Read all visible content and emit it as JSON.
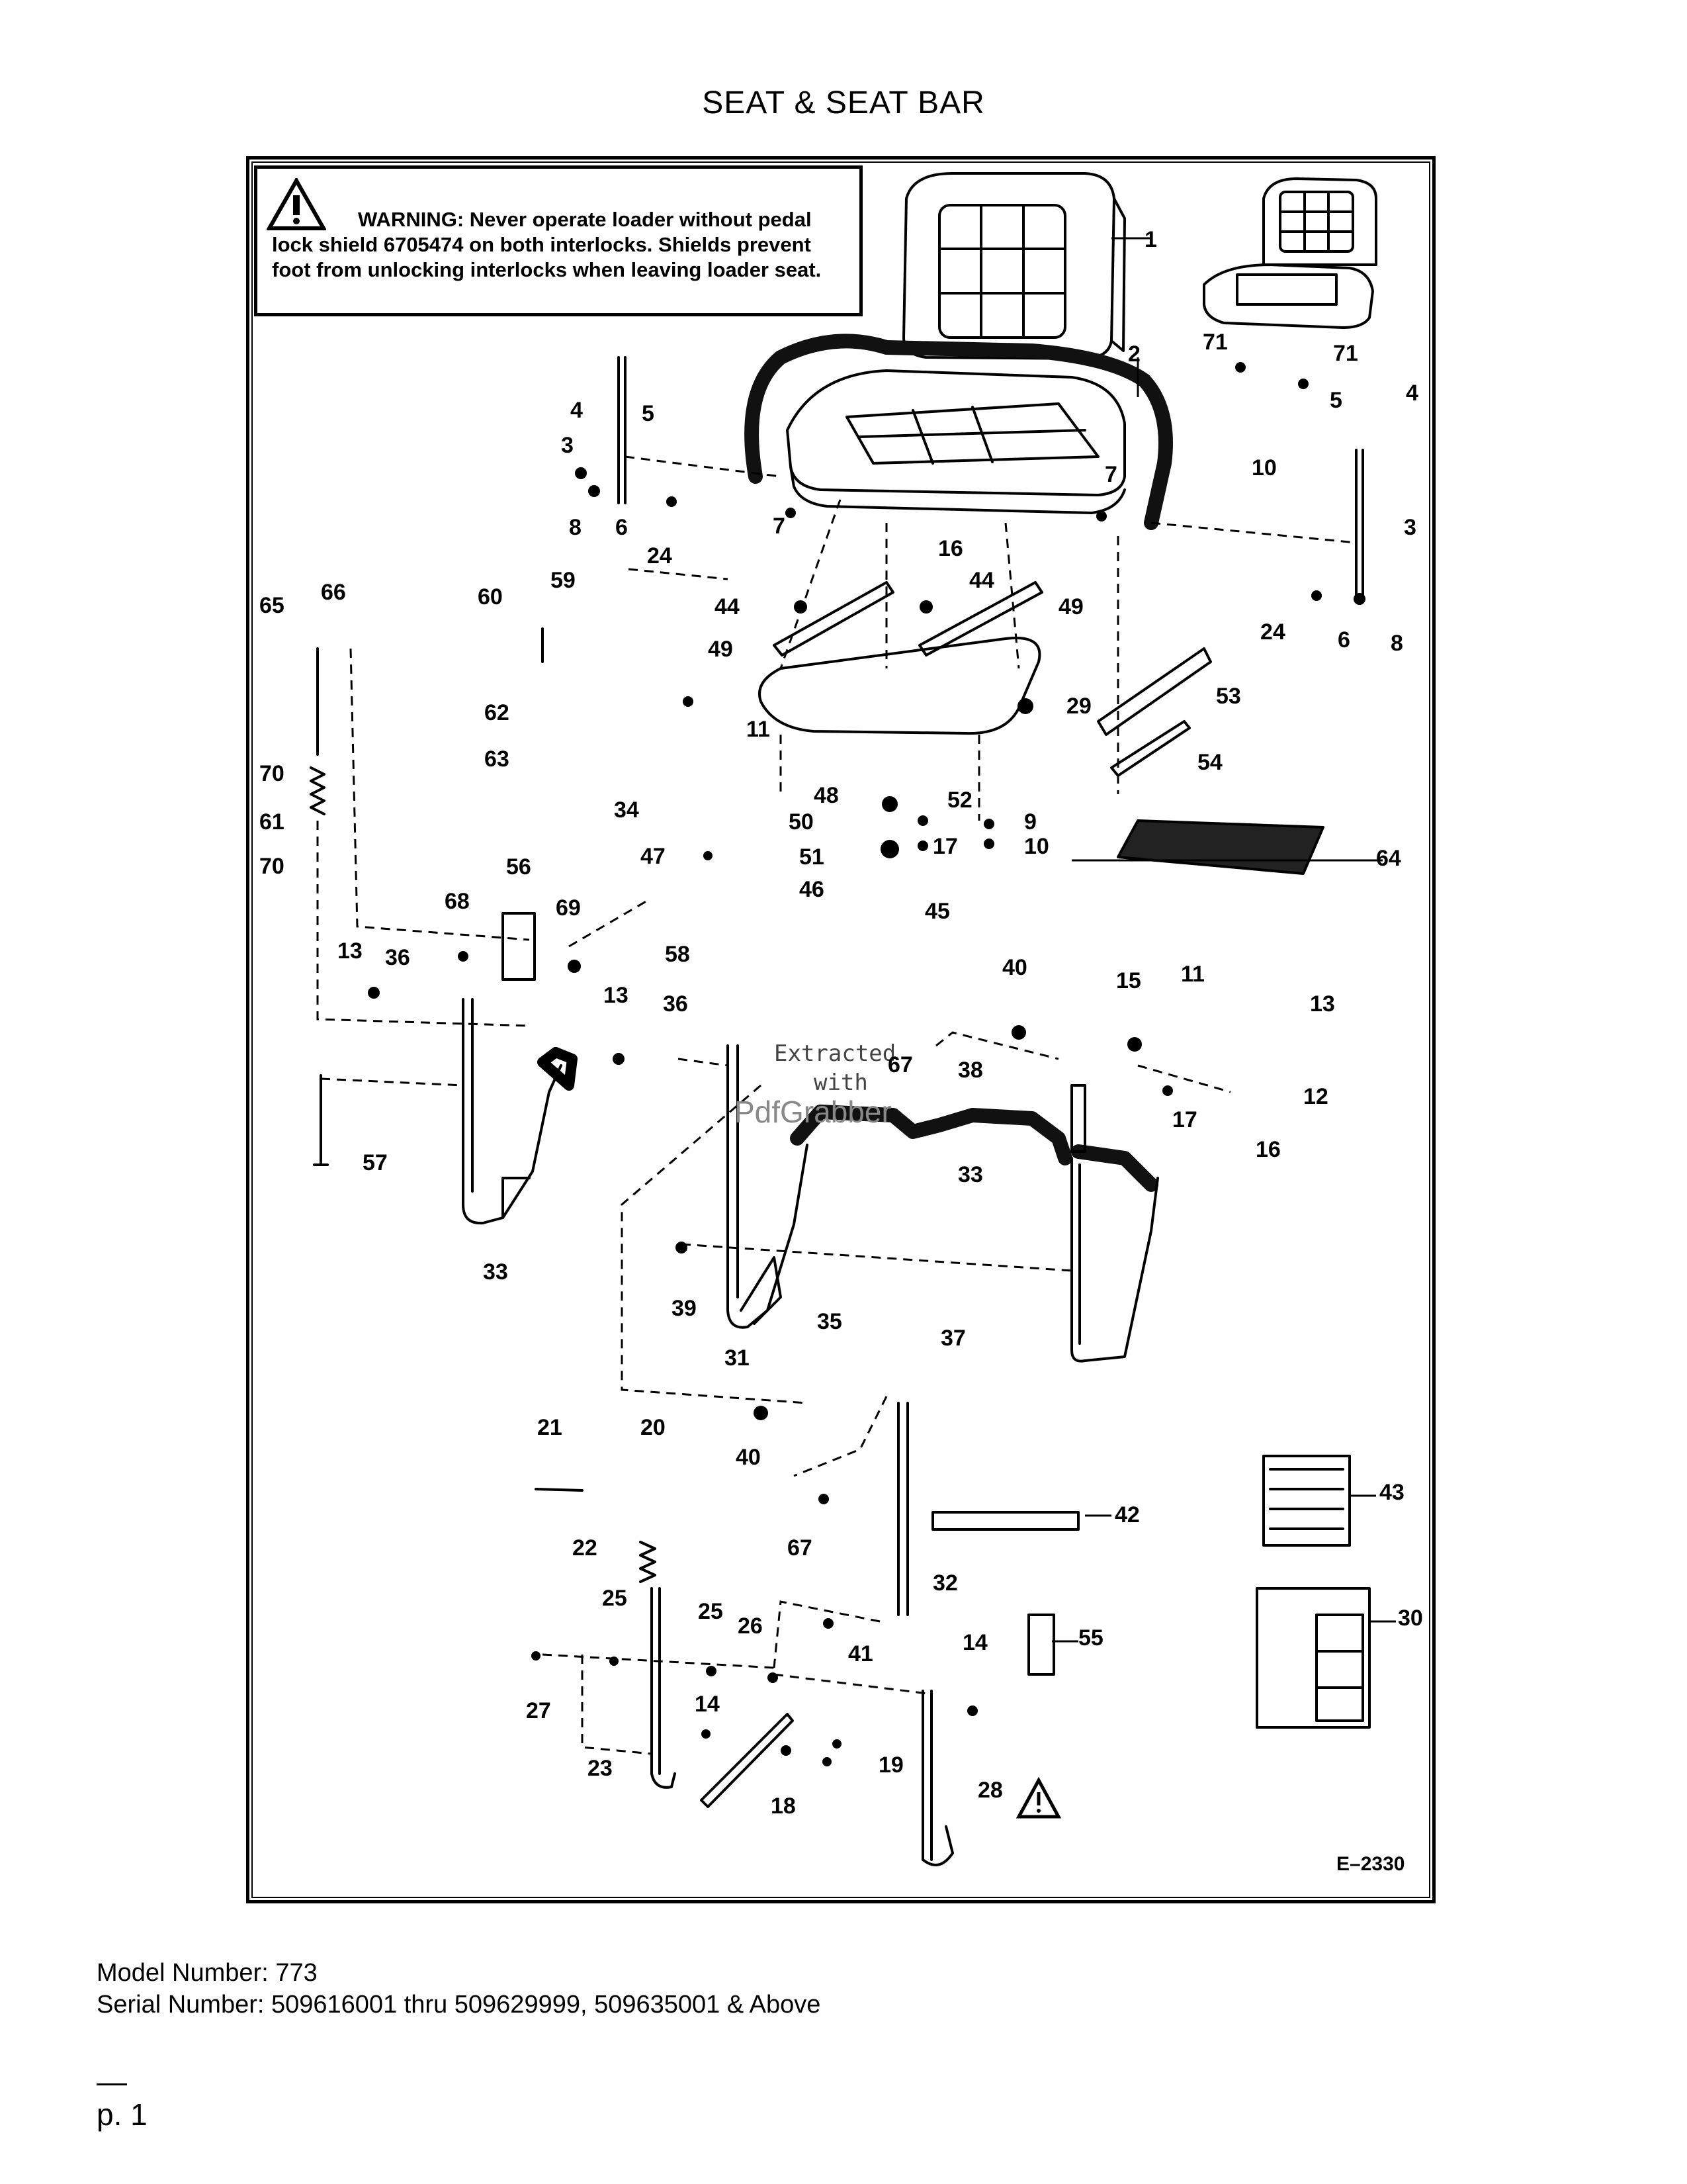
{
  "page": {
    "title": "SEAT & SEAT BAR",
    "model_number": "Model Number: 773",
    "serial_number": "Serial Number: 509616001 thru 509629999, 509635001 & Above",
    "page_number": "p. 1"
  },
  "warning": {
    "label": "WARNING:",
    "text": "Never operate loader without pedal lock shield 6705474 on both interlocks. Shields prevent foot from unlocking interlocks when leaving loader seat."
  },
  "diagram": {
    "code": "E–2330",
    "watermark_line1": "Extracted",
    "watermark_line2": "with",
    "watermark_brand": "PdfGrabber",
    "callouts": [
      "1",
      "2",
      "3",
      "4",
      "5",
      "6",
      "7",
      "8",
      "71",
      "71",
      "4",
      "5",
      "10",
      "3",
      "24",
      "6",
      "8",
      "7",
      "7",
      "8",
      "6",
      "24",
      "16",
      "44",
      "44",
      "49",
      "49",
      "65",
      "66",
      "60",
      "59",
      "62",
      "63",
      "11",
      "29",
      "53",
      "54",
      "70",
      "61",
      "70",
      "34",
      "47",
      "48",
      "50",
      "51",
      "46",
      "52",
      "9",
      "17",
      "10",
      "45",
      "64",
      "56",
      "68",
      "69",
      "58",
      "13",
      "36",
      "13",
      "36",
      "40",
      "15",
      "11",
      "13",
      "67",
      "38",
      "12",
      "17",
      "16",
      "33",
      "57",
      "33",
      "39",
      "35",
      "31",
      "37",
      "21",
      "20",
      "40",
      "22",
      "67",
      "42",
      "43",
      "32",
      "30",
      "25",
      "25",
      "26",
      "41",
      "55",
      "14",
      "27",
      "14",
      "19",
      "23",
      "18",
      "28"
    ]
  }
}
